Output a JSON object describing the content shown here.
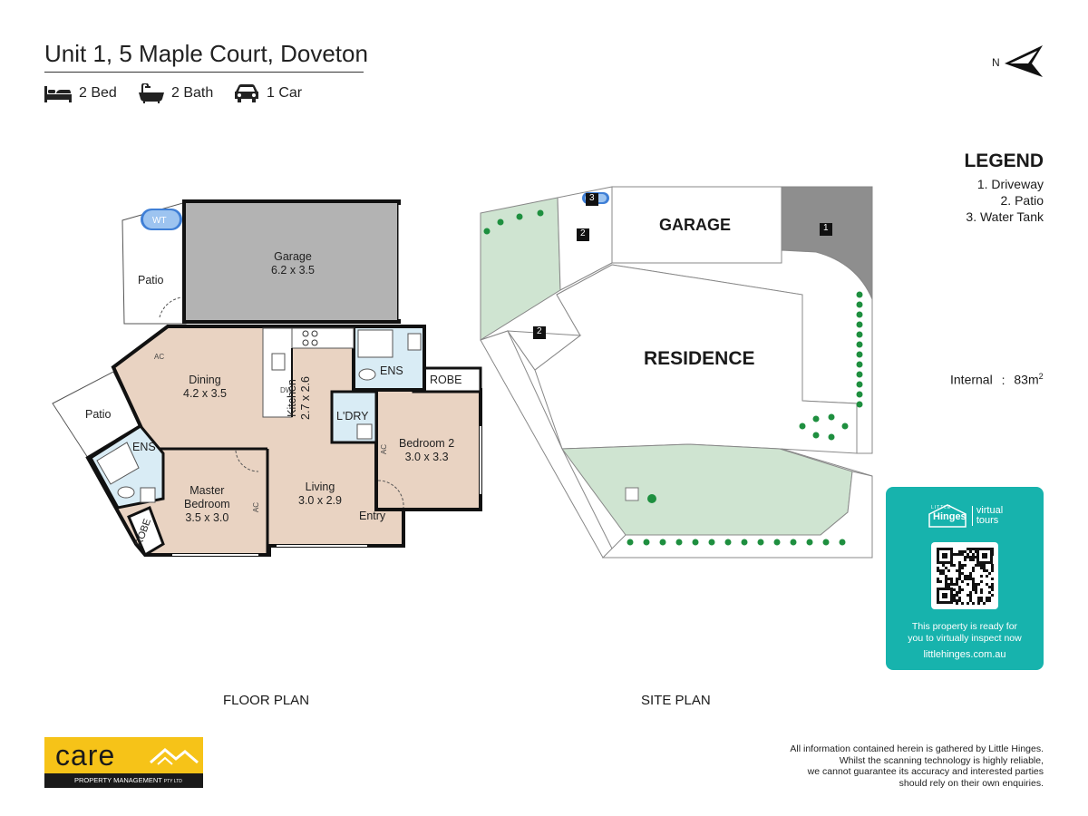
{
  "header": {
    "title": "Unit 1, 5 Maple Court, Doveton",
    "features": [
      {
        "icon": "bed-icon",
        "label": "2 Bed"
      },
      {
        "icon": "bath-icon",
        "label": "2 Bath"
      },
      {
        "icon": "car-icon",
        "label": "1 Car"
      }
    ]
  },
  "compass": {
    "label": "N"
  },
  "legend": {
    "title": "LEGEND",
    "items": [
      "1. Driveway",
      "2. Patio",
      "3. Water Tank"
    ]
  },
  "internal": {
    "label": "Internal",
    "sep": ":",
    "value": "83m",
    "sup": "2"
  },
  "floor_plan": {
    "caption": "FLOOR PLAN",
    "rooms": {
      "garage": {
        "name": "Garage",
        "dims": "6.2 x 3.5"
      },
      "patio_top": {
        "name": "Patio"
      },
      "patio_left": {
        "name": "Patio"
      },
      "wt": {
        "name": "WT"
      },
      "dining": {
        "name": "Dining",
        "dims": "4.2 x 3.5"
      },
      "kitchen": {
        "name": "Kitchen",
        "dims": "2.7 x 2.6"
      },
      "ens_right": {
        "name": "ENS"
      },
      "ens_left": {
        "name": "ENS"
      },
      "robe_right": {
        "name": "ROBE"
      },
      "robe_left": {
        "name": "ROBE"
      },
      "laundry": {
        "name": "L'DRY"
      },
      "bedroom2": {
        "name": "Bedroom 2",
        "dims": "3.0 x 3.3"
      },
      "master": {
        "name": "Master",
        "name2": "Bedroom",
        "dims": "3.5 x 3.0"
      },
      "living": {
        "name": "Living",
        "dims": "3.0 x 2.9"
      },
      "entry": {
        "name": "Entry"
      }
    },
    "marks": {
      "ac": "AC",
      "dw": "DW"
    }
  },
  "site_plan": {
    "caption": "SITE PLAN",
    "garage_label": "GARAGE",
    "residence_label": "RESIDENCE",
    "markers": [
      "1",
      "2",
      "2",
      "3"
    ]
  },
  "little_hinges": {
    "logo_left": "Hinges",
    "logo_small": "LITTLE",
    "logo_right1": "virtual",
    "logo_right2": "tours",
    "message1": "This property is ready for",
    "message2": "you to virtually inspect now",
    "url": "littlehinges.com.au"
  },
  "care_logo": {
    "word": "care",
    "sub": "PROPERTY MANAGEMENT",
    "suffix": "PTY LTD"
  },
  "disclaimer": [
    "All information contained herein is gathered by Little Hinges.",
    "Whilst the scanning technology is highly reliable,",
    "we cannot guarantee its accuracy and interested parties",
    "should rely on their own enquiries."
  ],
  "colors": {
    "garage_fill": "#b3b3b3",
    "floor_fill": "#e9d3c2",
    "wet_fill": "#d9ecf5",
    "lawn": "#cfe4d1",
    "plant": "#1e8f3f",
    "driveway": "#8e8e8e",
    "brand_teal": "#17b3ad",
    "brand_yellow": "#f6c318"
  }
}
